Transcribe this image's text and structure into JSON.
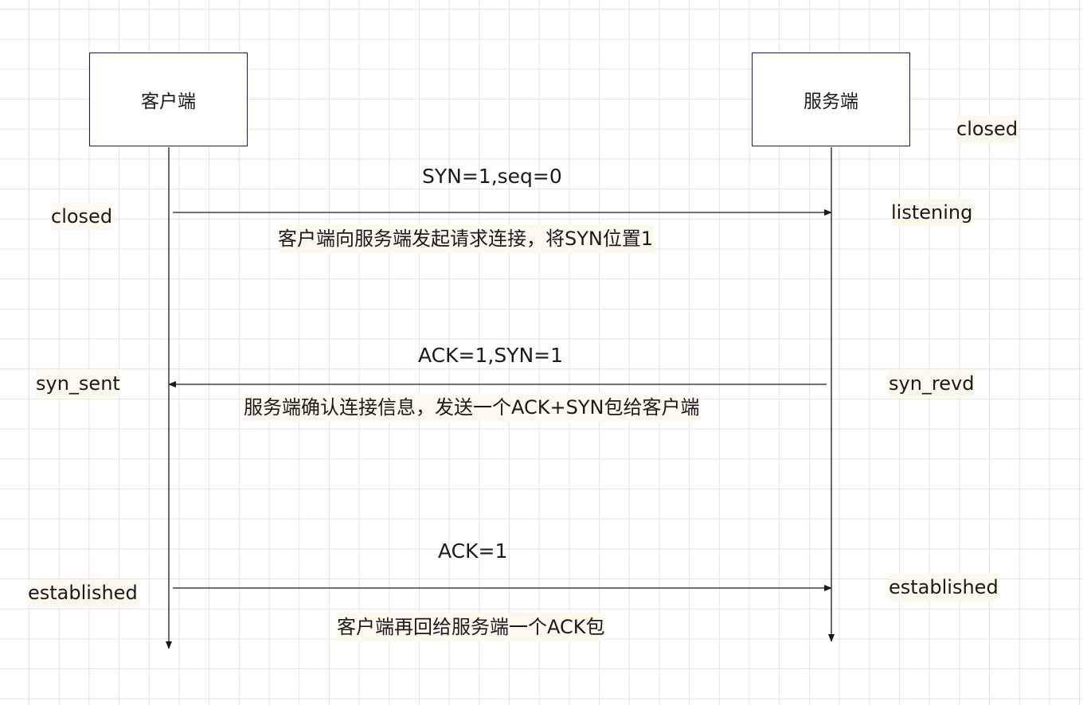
{
  "diagram": {
    "type": "sequence",
    "actors": [
      {
        "id": "client",
        "label": "客户端"
      },
      {
        "id": "server",
        "label": "服务端"
      }
    ],
    "states": {
      "server_initial": "closed",
      "client": [
        "closed",
        "syn_sent",
        "established"
      ],
      "server": [
        "listening",
        "syn_revd",
        "established"
      ]
    },
    "messages": [
      {
        "from": "client",
        "to": "server",
        "label": "SYN=1,seq=0",
        "note": "客户端向服务端发起请求连接，将SYN位置1"
      },
      {
        "from": "server",
        "to": "client",
        "label": "ACK=1,SYN=1",
        "note": "服务端确认连接信息，发送一个ACK+SYN包给客户端"
      },
      {
        "from": "client",
        "to": "server",
        "label": "ACK=1",
        "note": "客户端再回给服务端一个ACK包"
      }
    ]
  },
  "colors": {
    "line": "#1a1a1a",
    "box_border": "#1b1f3a",
    "label_bg": "#fdf8ee",
    "grid": "#e3e3e3"
  }
}
